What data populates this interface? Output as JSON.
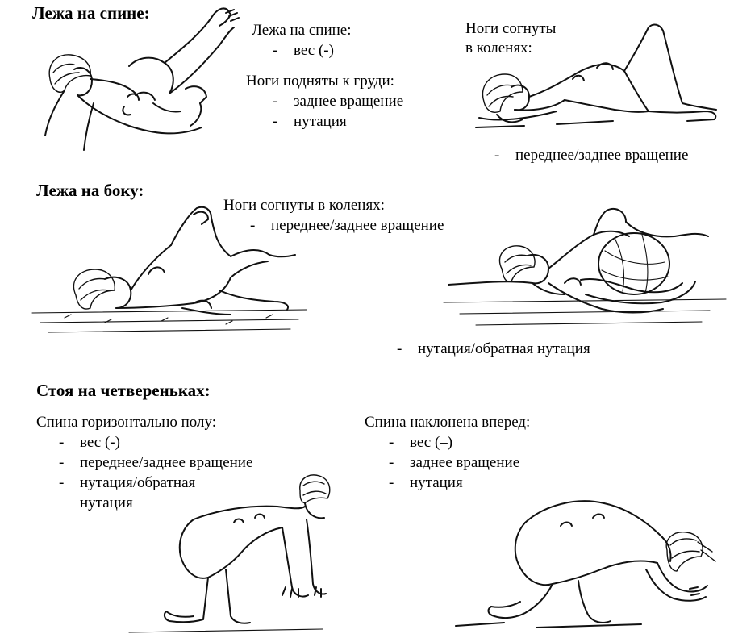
{
  "sections": {
    "supine": {
      "heading": "Лежа на спине:",
      "block1": {
        "title": "Лежа на спине:",
        "items": [
          "вес (-)"
        ]
      },
      "block2": {
        "title": "Ноги подняты к груди:",
        "items": [
          "заднее вращение",
          "нутация"
        ]
      },
      "block3": {
        "title_line1": "Ноги согнуты",
        "title_line2": "в коленях:",
        "items": [
          "переднее/заднее вращение"
        ]
      }
    },
    "side": {
      "heading": "Лежа на боку:",
      "block1": {
        "title": "Ноги согнуты в коленях:",
        "items": [
          "переднее/заднее вращение"
        ]
      },
      "block2": {
        "items": [
          "нутация/обратная нутация"
        ]
      }
    },
    "fours": {
      "heading": "Стоя на четвереньках:",
      "block1": {
        "title": "Спина горизонтально полу:",
        "items": [
          "вес (-)",
          "переднее/заднее вращение",
          "нутация/обратная"
        ],
        "continuation": "нутация"
      },
      "block2": {
        "title": "Спина наклонена вперед:",
        "items": [
          "вес (–)",
          "заднее вращение",
          "нутация"
        ]
      }
    }
  },
  "dash": "-"
}
